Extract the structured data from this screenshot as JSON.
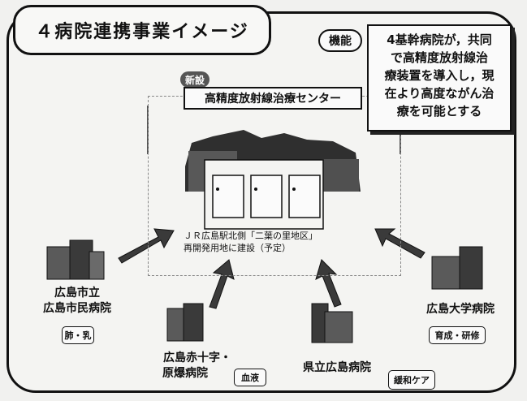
{
  "title": "４病院連携事業イメージ",
  "function_tag": "機能",
  "function_lines": [
    "4基幹病院が，共同",
    "で高精度放射線治",
    "療装置を導入し，現",
    "在より高度ながん治",
    "療を可能とする"
  ],
  "new_badge": "新設",
  "center_name": "高精度放射線治療センター",
  "site_lines": [
    "ＪＲ広島駅北側「二葉の里地区」",
    "再開発用地に建設（予定）"
  ],
  "hospitals": {
    "hiroshima_city": {
      "name_lines": [
        "広島市立",
        "広島市民病院"
      ],
      "role": "肺・乳"
    },
    "red_cross": {
      "name_lines": [
        "広島赤十字・",
        "原爆病院"
      ],
      "role": "血液"
    },
    "prefectural": {
      "name_lines": [
        "県立広島病院"
      ],
      "role": "緩和ケア"
    },
    "university": {
      "name_lines": [
        "広島大学病院"
      ],
      "role": "育成・研修"
    }
  }
}
